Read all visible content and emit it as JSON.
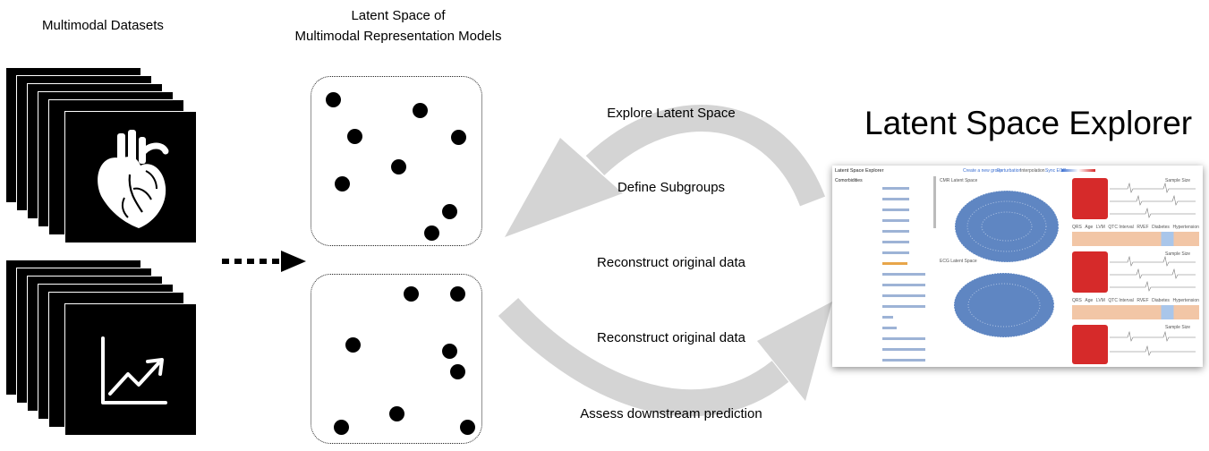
{
  "datasets": {
    "title": "Multimodal Datasets",
    "icons": [
      "heart-icon",
      "line-chart-icon"
    ]
  },
  "latent": {
    "title_line1": "Latent Space of",
    "title_line2": "Multimodal Representation Models"
  },
  "cycle": {
    "steps": [
      "Explore Latent Space",
      "Define Subgroups",
      "Reconstruct original data",
      "Reconstruct original data",
      "Assess downstream prediction"
    ]
  },
  "explorer": {
    "title": "Latent Space Explorer",
    "app_title": "Latent Space Explorer",
    "sidebar_heading": "Comorbidities",
    "toolbar": [
      "Create a new group",
      "Perturbation",
      "Interpolation",
      "Sync ECG"
    ],
    "plot_titles": [
      "CMR Latent Space",
      "ECG Latent Space"
    ],
    "table_headers": [
      "QRS",
      "Age",
      "LVM",
      "QTC Interval",
      "RVEF",
      "Diabetes",
      "Hypertension"
    ],
    "sample_size_label": "Sample Size",
    "colors": {
      "accent": "#3b6fd1",
      "bar": "#9db3d6",
      "highlight": "#e8a64a",
      "mri_red": "#d62a2a"
    }
  }
}
